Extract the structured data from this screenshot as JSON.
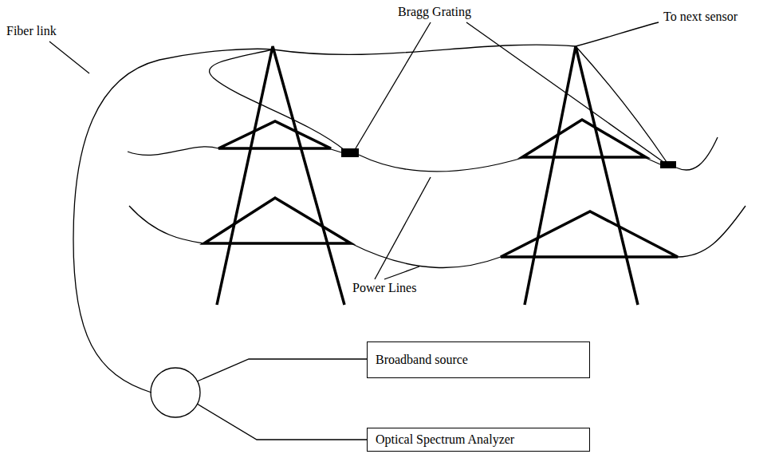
{
  "diagram": {
    "nodes": [
      {
        "text": [
          "Broadband source"
        ]
      },
      {
        "text": [
          "Optical Spectrum Analyzer"
        ]
      }
    ],
    "labels": [
      "Fiber link",
      "Bragg Grating",
      "To next sensor",
      "Power Lines"
    ]
  }
}
